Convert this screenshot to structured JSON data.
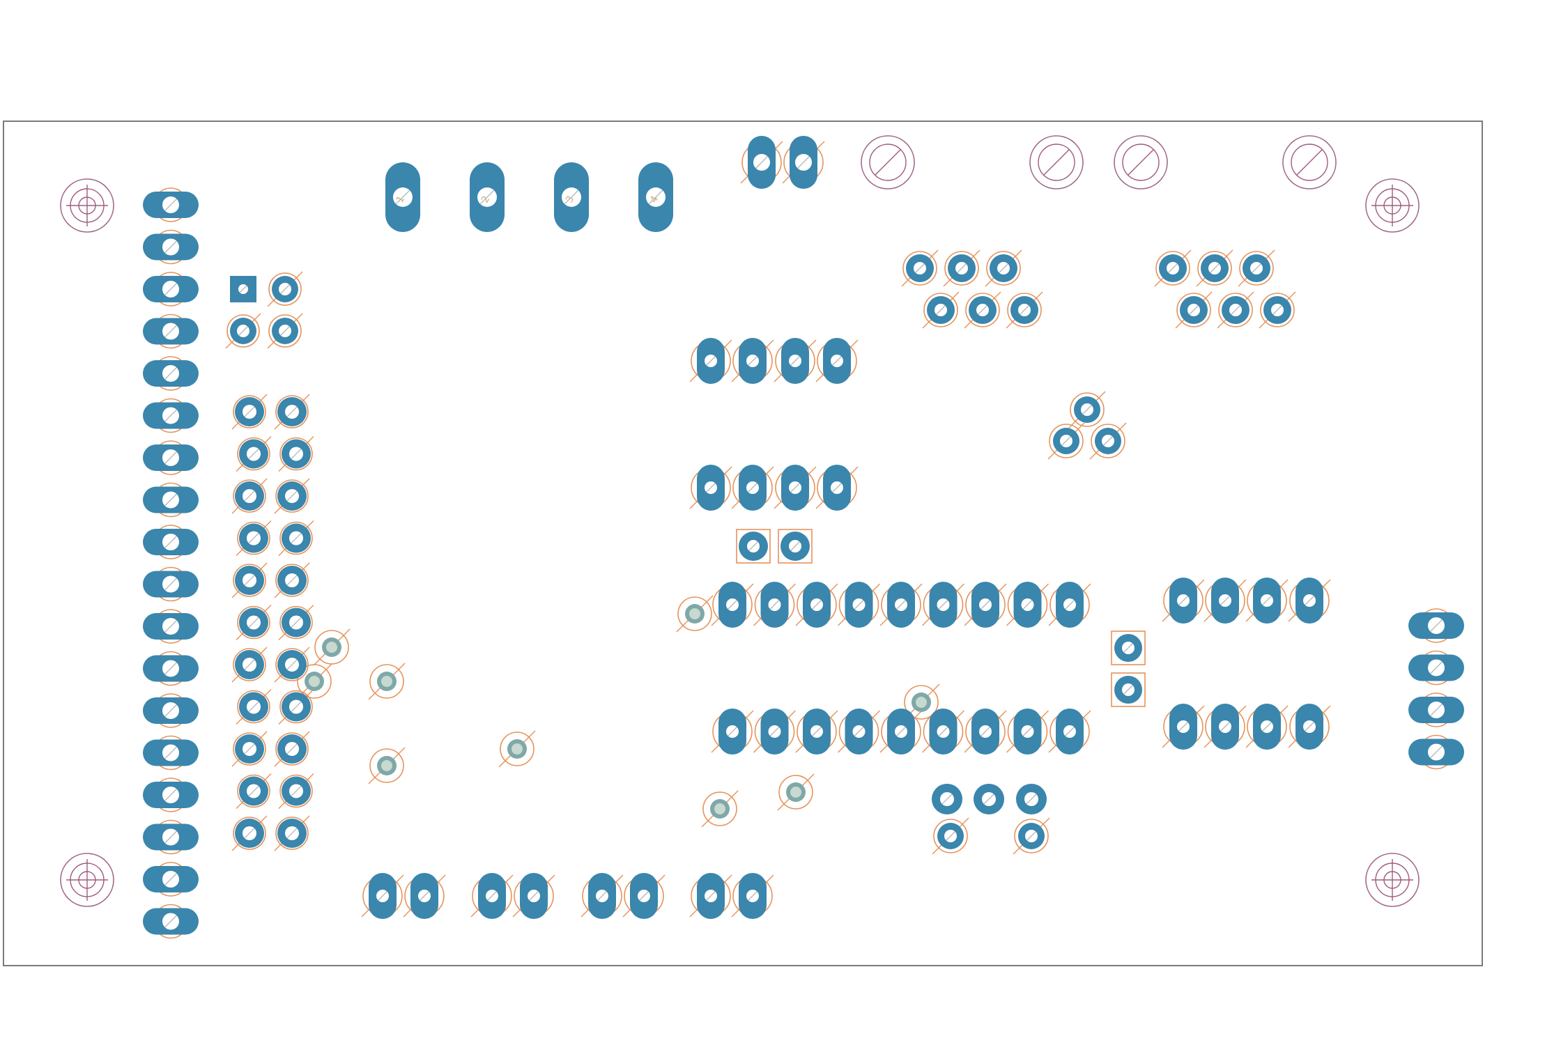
{
  "document": {
    "view": "PCB layout",
    "colors": {
      "copper_pad": "#3a86ad",
      "drill_hole": "#ffffff",
      "silkscreen_ring": "#e6935a",
      "board_outline": "#7a7a7a",
      "mounting_hole": "#a05a80",
      "via": "#7fa8a8"
    }
  },
  "terminal_block": {
    "pad_labels": [
      "1",
      "2",
      "3",
      "4"
    ]
  },
  "icons": {
    "mounting_hole": "mounting-hole-icon",
    "via": "via-icon",
    "pad": "through-hole-pad-icon"
  }
}
